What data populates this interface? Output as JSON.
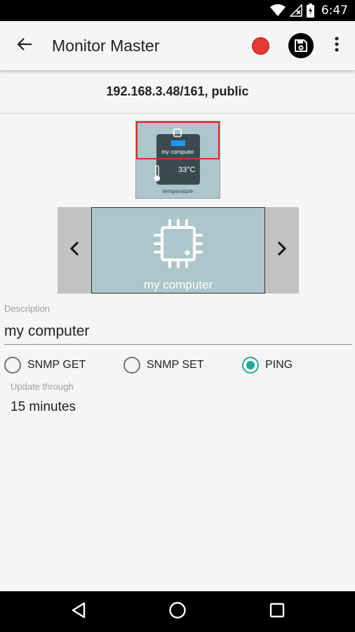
{
  "status_bar": {
    "time": "6:47",
    "icons": [
      "wifi-icon",
      "no-signal-icon",
      "battery-charging-icon"
    ]
  },
  "app_bar": {
    "title": "Monitor Master",
    "back_icon": "arrow-back-icon",
    "record_icon": "record-icon",
    "record_color": "#e53935",
    "save_icon": "save-icon",
    "more_icon": "more-vert-icon"
  },
  "address": {
    "text": "192.168.3.48/161, public"
  },
  "preview": {
    "item1_label": "my computer",
    "temp_value": "33°C",
    "item2_label": "temperature"
  },
  "carousel": {
    "prev_icon": "chevron-left-icon",
    "next_icon": "chevron-right-icon",
    "card_icon": "chip-icon",
    "card_label": "my computer",
    "card_bg": "#acc6cb"
  },
  "form": {
    "description_label": "Description",
    "description_value": "my computer",
    "radios": [
      {
        "label": "SNMP GET",
        "checked": false
      },
      {
        "label": "SNMP SET",
        "checked": false
      },
      {
        "label": "PING",
        "checked": true
      }
    ],
    "accent": "#26a69a",
    "update_label": "Update through",
    "update_value": "15 minutes"
  },
  "nav_bar": {
    "icons": [
      "back-triangle-icon",
      "home-circle-icon",
      "recents-square-icon"
    ]
  }
}
